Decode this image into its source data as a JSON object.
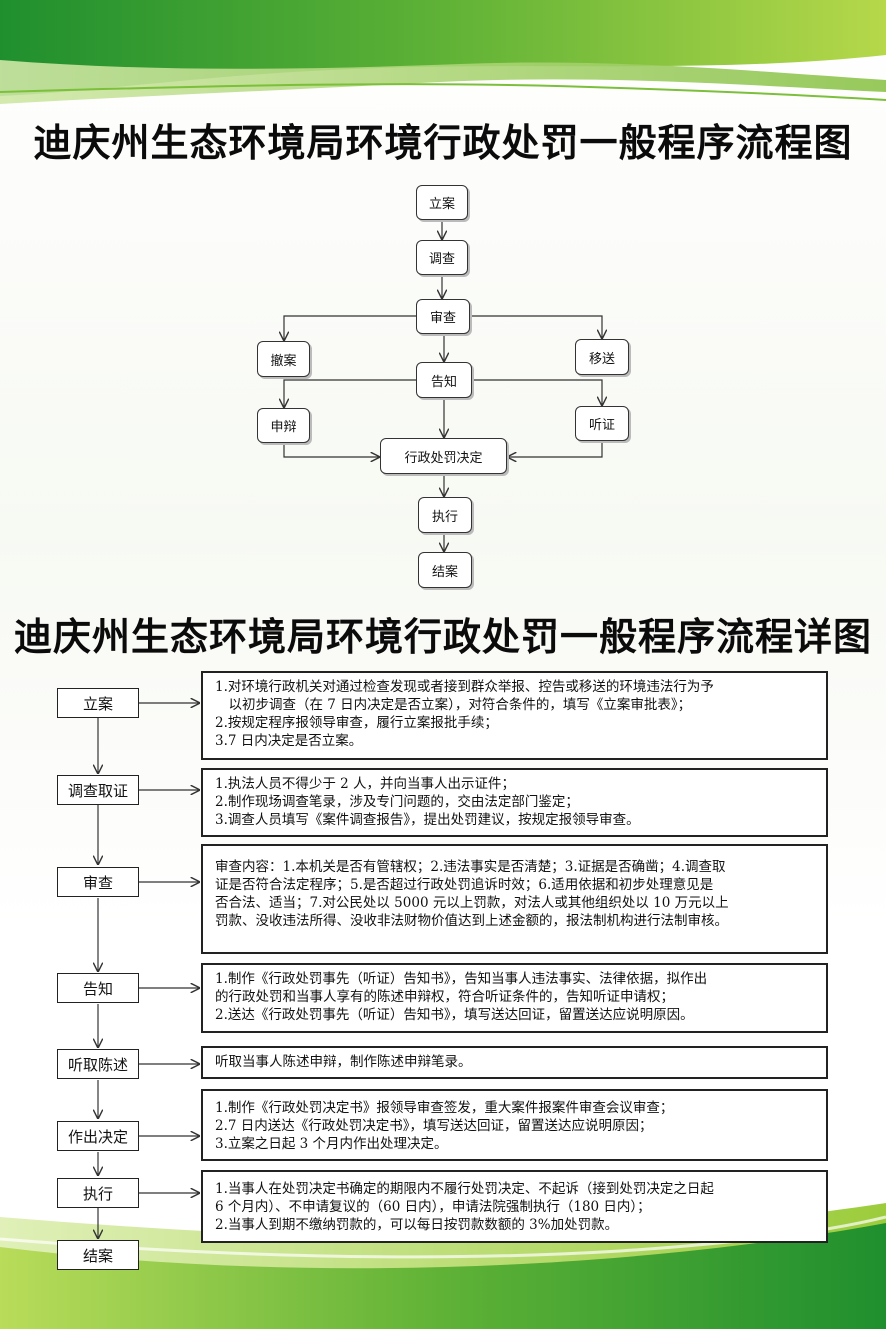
{
  "title_flowchart": "迪庆州生态环境局环境行政处罚一般程序流程图",
  "title_detail": "迪庆州生态环境局环境行政处罚一般程序流程详图",
  "flowchart": {
    "nodes": {
      "lian": "立案",
      "diaocha": "调查",
      "shencha": "审查",
      "chean": "撤案",
      "yisong": "移送",
      "gaozhi": "告知",
      "shenbian": "申辩",
      "tingzheng": "听证",
      "jueding": "行政处罚决定",
      "zhixing": "执行",
      "jiean": "结案"
    }
  },
  "detail": {
    "steps": [
      {
        "label": "立案",
        "lines": [
          "1.对环境行政机关对通过检查发现或者接到群众举报、控告或移送的环境违法行为予",
          "以初步调查（在 7 日内决定是否立案），对符合条件的，填写《立案审批表》；",
          "2.按规定程序报领导审查，履行立案报批手续；",
          "3.7 日内决定是否立案。"
        ]
      },
      {
        "label": "调查取证",
        "lines": [
          "1.执法人员不得少于 2 人，并向当事人出示证件；",
          "2.制作现场调查笔录，涉及专门问题的，交由法定部门鉴定；",
          "3.调查人员填写《案件调查报告》，提出处罚建议，按规定报领导审查。"
        ]
      },
      {
        "label": "审查",
        "lines": [
          "审查内容：1.本机关是否有管辖权；2.违法事实是否清楚；3.证据是否确凿；4.调查取",
          "证是否符合法定程序；5.是否超过行政处罚追诉时效；6.适用依据和初步处理意见是",
          "否合法、适当；7.对公民处以 5000 元以上罚款，对法人或其他组织处以 10 万元以上",
          "罚款、没收违法所得、没收非法财物价值达到上述金额的，报法制机构进行法制审核。"
        ]
      },
      {
        "label": "告知",
        "lines": [
          "1.制作《行政处罚事先（听证）告知书》，告知当事人违法事实、法律依据，拟作出",
          "的行政处罚和当事人享有的陈述申辩权，符合听证条件的，告知听证申请权；",
          "2.送达《行政处罚事先（听证）告知书》，填写送达回证，留置送达应说明原因。"
        ]
      },
      {
        "label": "听取陈述",
        "lines": [
          "听取当事人陈述申辩，制作陈述申辩笔录。"
        ]
      },
      {
        "label": "作出决定",
        "lines": [
          "1.制作《行政处罚决定书》报领导审查签发，重大案件报案件审查会议审查；",
          "2.7 日内送达《行政处罚决定书》，填写送达回证，留置送达应说明原因；",
          "3.立案之日起 3 个月内作出处理决定。"
        ]
      },
      {
        "label": "执行",
        "lines": [
          "1.当事人在处罚决定书确定的期限内不履行处罚决定、不起诉（接到处罚决定之日起",
          "6 个月内）、不申请复议的（60 日内），申请法院强制执行（180 日内）；",
          "2.当事人到期不缴纳罚款的，可以每日按罚款数额的 3%加处罚款。"
        ]
      },
      {
        "label": "结案",
        "lines": []
      }
    ]
  },
  "colors": {
    "green_dark": "#3a9a2e",
    "green_light": "#9ccc3c",
    "border": "#222222"
  }
}
